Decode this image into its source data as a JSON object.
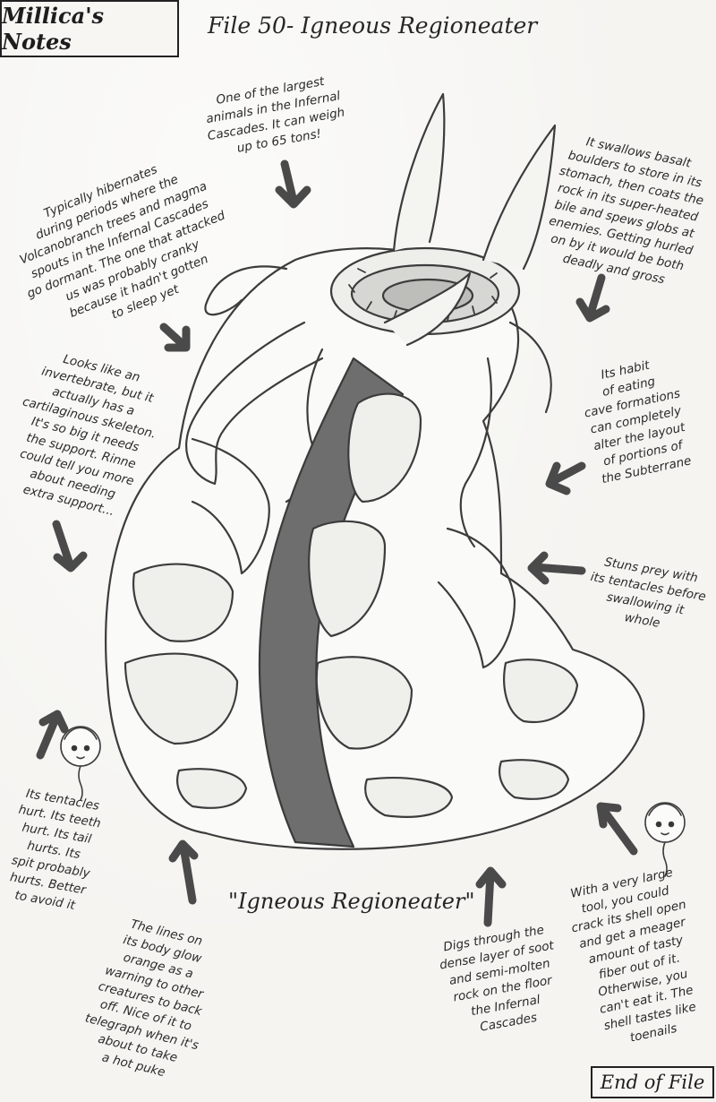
{
  "header": {
    "notebook_title": "Millica's Notes",
    "file_title": "File 50- Igneous Regioneater"
  },
  "notes": {
    "size": "One of the largest\nanimals in the Infernal\nCascades. It can weigh\nup to 65 tons!",
    "hibernation": "Typically hibernates\nduring periods where the\nVolcanobranch trees and magma\nspouts in the Infernal Cascades\ngo dormant. The one that attacked\nus was probably cranky\nbecause it hadn't gotten\nto sleep yet",
    "basalt": "It swallows basalt\nboulders to store in its\nstomach, then coats the\nrock in its super-heated\nbile and spews globs at\nenemies. Getting hurled\non by it would be both\ndeadly and gross",
    "skeleton": "Looks like an\ninvertebrate, but it\nactually has a\ncartilaginous skeleton.\nIt's so big it needs\nthe support. Rinne\ncould tell you more\nabout needing\nextra support...",
    "cave": "Its habit\nof eating\ncave formations\ncan completely\nalter the layout\nof portions of\nthe Subterrane",
    "stuns": "Stuns prey with\nits tentacles before\nswallowing it\nwhole",
    "hurt": "Its tentacles\nhurt. Its teeth\nhurt. Its tail\nhurts. Its\nspit probably\nhurts. Better\nto avoid it",
    "lines": "The lines on\nits body glow\norange as a\nwarning to other\ncreatures to back\noff. Nice of it to\ntelegraph when it's\nabout to take\na hot puke",
    "digs": "Digs through the\ndense layer of soot\nand semi-molten\nrock on the floor\nthe Infernal\nCascades",
    "tool": "With a very large\ntool, you could\ncrack its shell open\nand get a meager\namount of tasty\nfiber out of it.\nOtherwise, you\ncan't eat it. The\nshell tastes like\ntoenails"
  },
  "creature_name": "\"Igneous Regioneater\"",
  "footer": {
    "end_label": "End of File"
  },
  "colors": {
    "ink": "#2b2b2b",
    "pencil_shade": "#8a8a8a",
    "paper": "#f5f4f1"
  }
}
